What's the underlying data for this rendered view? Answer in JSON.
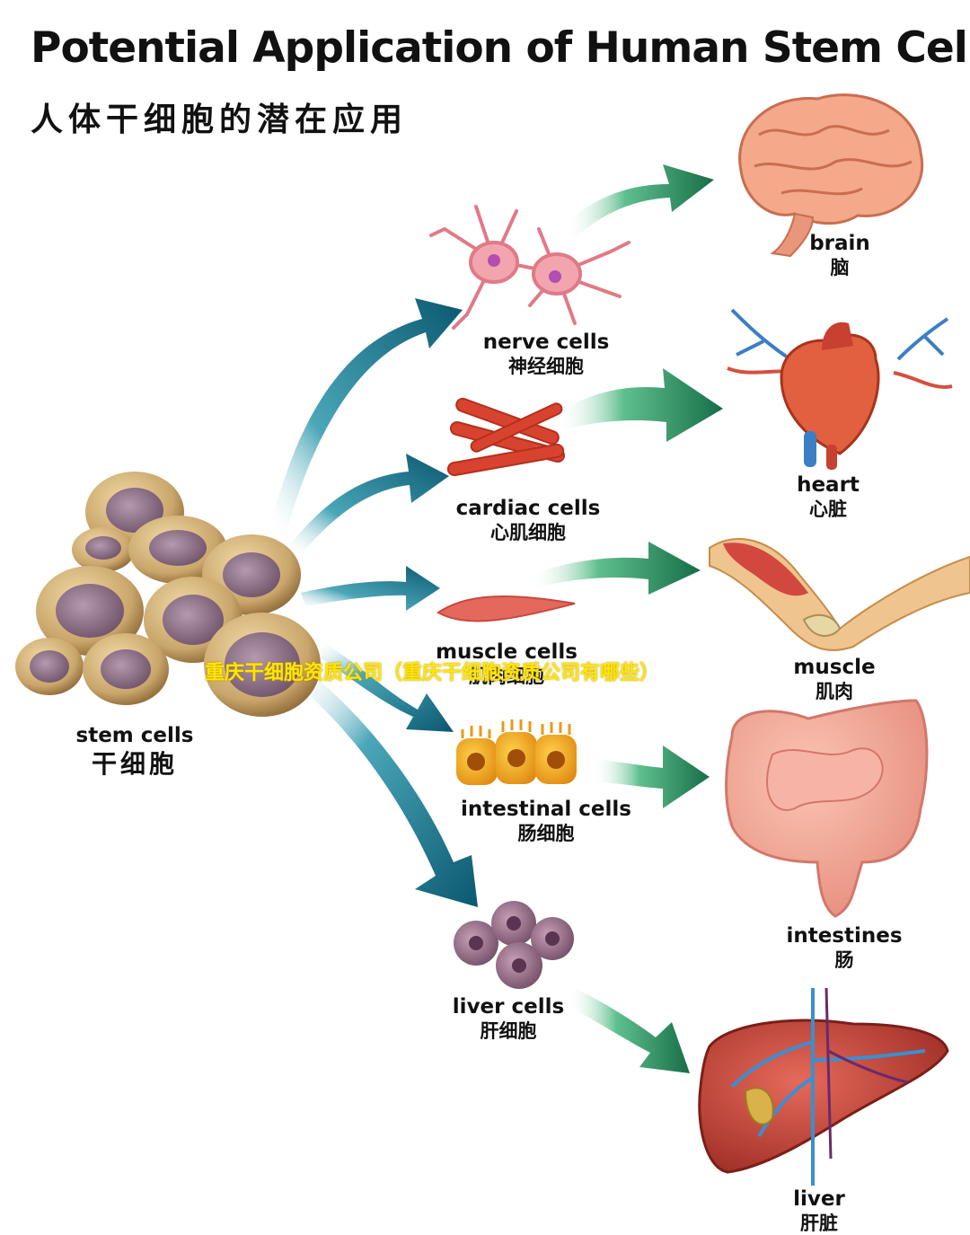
{
  "header": {
    "title": "Potential Application of Human Stem Cells",
    "subtitle": "人体干细胞的潜在应用"
  },
  "source": {
    "en": "stem cells",
    "zh": "干细胞"
  },
  "cell_types": [
    {
      "en": "nerve cells",
      "zh": "神经细胞"
    },
    {
      "en": "cardiac cells",
      "zh": "心肌细胞"
    },
    {
      "en": "muscle cells",
      "zh": "肌肉细胞"
    },
    {
      "en": "intestinal cells",
      "zh": "肠细胞"
    },
    {
      "en": "liver cells",
      "zh": "肝细胞"
    }
  ],
  "organs": [
    {
      "en": "brain",
      "zh": "脑"
    },
    {
      "en": "heart",
      "zh": "心脏"
    },
    {
      "en": "muscle",
      "zh": "肌肉"
    },
    {
      "en": "intestines",
      "zh": "肠"
    },
    {
      "en": "liver",
      "zh": "肝脏"
    }
  ],
  "watermark": "重庆干细胞资质公司（重庆干细胞资质公司有哪些）",
  "colors": {
    "arrow_blue": "#0d6a80",
    "arrow_green": "#1f8a5a",
    "cell_tan": "#c9a66b",
    "nucleus": "#8a6a82",
    "organ_red": "#d8524a",
    "watermark": "#ffe600"
  }
}
